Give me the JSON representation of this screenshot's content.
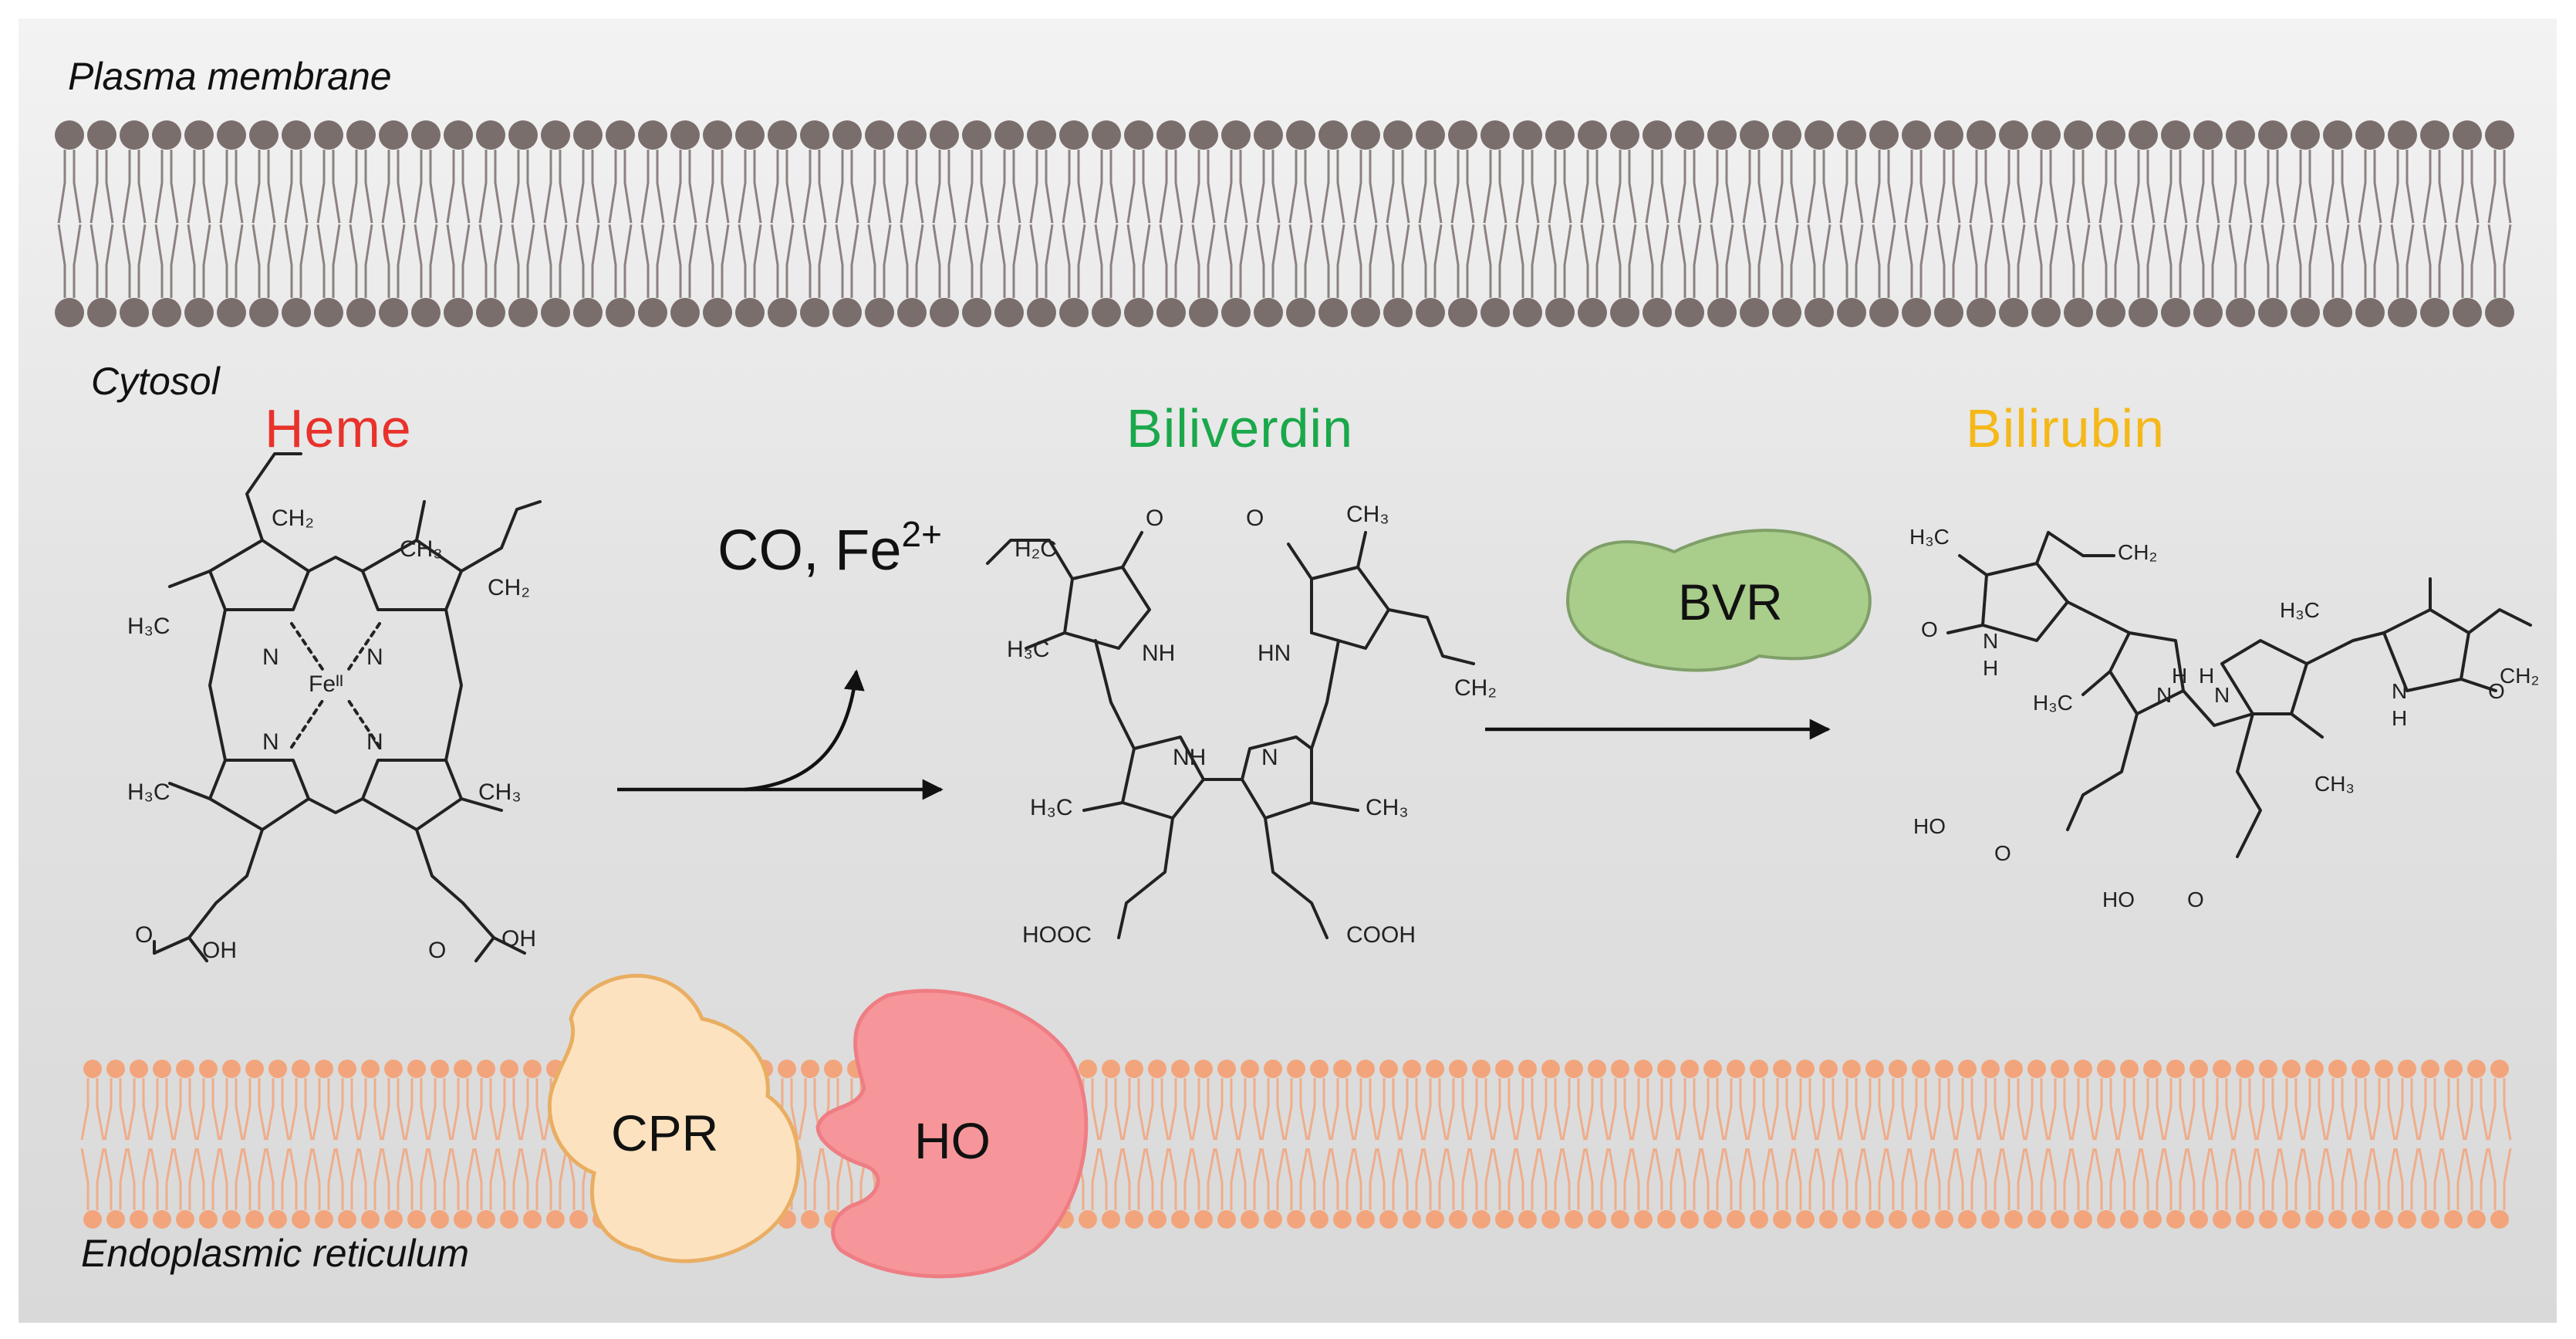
{
  "regions": {
    "plasma_membrane": "Plasma membrane",
    "cytosol": "Cytosol",
    "er": "Endoplasmic reticulum"
  },
  "molecules": {
    "heme": {
      "name": "Heme",
      "color": "#e8322b"
    },
    "biliverdin": {
      "name": "Biliverdin",
      "color": "#1aa84a"
    },
    "bilirubin": {
      "name": "Bilirubin",
      "color": "#f5b81a"
    }
  },
  "byproducts": {
    "main": "CO, Fe",
    "charge": "2+"
  },
  "enzymes": {
    "bvr": {
      "label": "BVR",
      "color": "#a9cd8a"
    },
    "cpr": {
      "label": "CPR",
      "color": "#fde2bf"
    },
    "ho": {
      "label": "HO",
      "color": "#f7969a"
    }
  },
  "membranes": {
    "plasma_color": "#7a6e6c",
    "er_color": "#f2a57c"
  },
  "structure_labels": {
    "heme": {
      "ch2_top": "CH₂",
      "ch3_top": "CH₃",
      "ch2_right": "CH₂",
      "h3c_left": "H₃C",
      "n1": "N",
      "n2": "N",
      "fe": "Feᴵᴵ",
      "n3": "N",
      "n4": "N",
      "h3c_bottom": "H₃C",
      "ch3_right": "CH₃",
      "o1": "O",
      "oh1": "OH",
      "o2": "O",
      "oh2": "OH"
    },
    "biliverdin": {
      "h2c": "H₂C",
      "o_left": "O",
      "o_right": "O",
      "ch3_top": "CH₃",
      "h3c_left": "H₃C",
      "nh_a": "NH",
      "hn_b": "HN",
      "ch2_right": "CH₂",
      "nh_c": "NH",
      "n_d": "N",
      "h3c_bottom": "H₃C",
      "ch3_bottom": "CH₃",
      "hooc": "HOOC",
      "cooh": "COOH"
    },
    "bilirubin": {
      "h3c_top": "H₃C",
      "ch2_top": "CH₂",
      "o_left": "O",
      "n_left": "N",
      "h_left": "H",
      "h3c_mid": "H₃C",
      "h_mid": "H",
      "n_mid": "N",
      "h_mid2": "H",
      "n_mid2": "N",
      "h3c_right": "H₃C",
      "ch2_right": "CH₂",
      "o_right": "O",
      "n_right": "N",
      "h_right": "H",
      "ch3_mid": "CH₃",
      "ho_left": "HO",
      "o_acid1": "O",
      "ho_bottom": "HO",
      "o_acid2": "O"
    }
  }
}
